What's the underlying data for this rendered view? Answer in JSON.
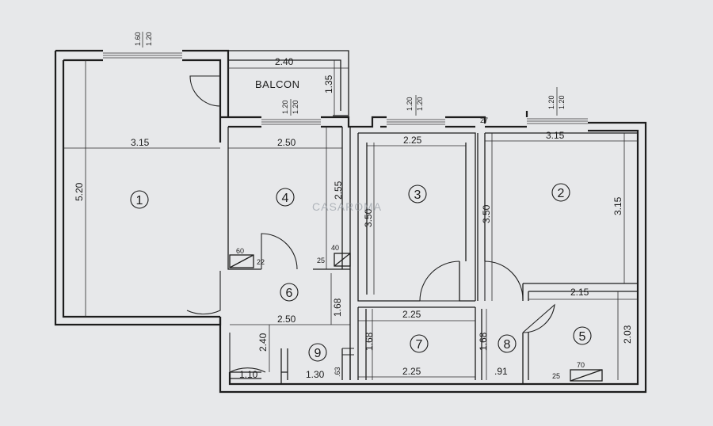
{
  "balcony_label": "BALCON",
  "watermark": "CASAROMA",
  "rooms": [
    "1",
    "4",
    "3",
    "2",
    "6",
    "9",
    "7",
    "8",
    "5"
  ],
  "dims": {
    "balcony_width": "2.40",
    "balcony_depth": "1.35",
    "r1_width": "3.15",
    "r1_height": "5.20",
    "r4_width": "2.50",
    "r4_height": "2.55",
    "r3_width": "2.25",
    "r3_height": "3.50",
    "r2_width": "3.15",
    "r2_height": "3.15",
    "r2_left_height": "3.50",
    "hall_width": "2.50",
    "hall_height": "1.68",
    "r7_width_top": "2.25",
    "r7_width_bottom": "2.25",
    "r7_height_left": "1.68",
    "r7_height_right": "1.68",
    "r5_width": "2.15",
    "r5_height": "2.03",
    "entry_height": "2.40",
    "entry_width": "1.10",
    "r9_width": "1.30",
    "r9_side": ".63",
    "r8_width": ".91",
    "r8_partition": "27",
    "cab4_left": "60",
    "cab4_left_depth": "22",
    "cab4_right": "40",
    "cab4_right_depth": "25",
    "cab5_width": "70",
    "cab5_depth": "25"
  },
  "windows": {
    "w1": [
      "1.60",
      "1.20"
    ],
    "w4": [
      "1.20",
      "1.20"
    ],
    "w3": [
      "1.20",
      "1.20"
    ],
    "w2": [
      "1.20",
      "1.20"
    ]
  }
}
